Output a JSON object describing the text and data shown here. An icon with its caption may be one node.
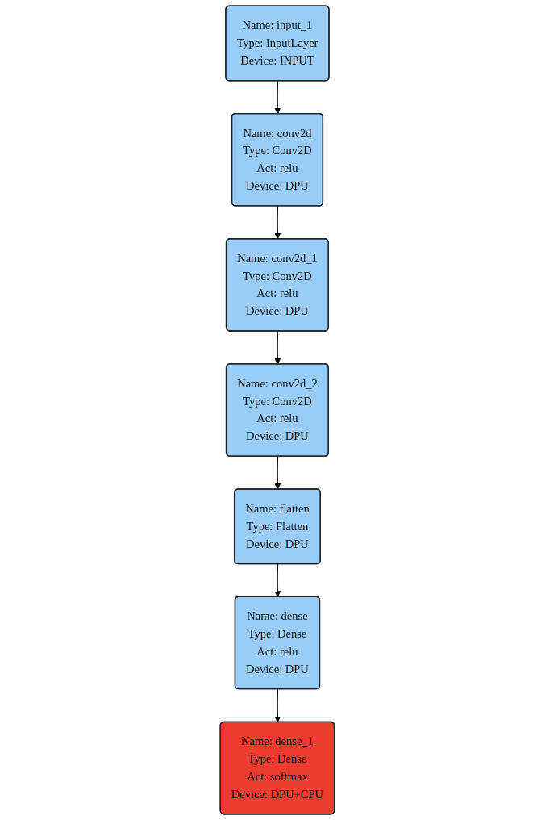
{
  "diagram": {
    "nodes": [
      {
        "text": [
          "Name: input_1",
          "Type: InputLayer",
          "Device: INPUT"
        ]
      },
      {
        "text": [
          "Name: conv2d",
          "Type: Conv2D",
          "Act: relu",
          "Device: DPU"
        ]
      },
      {
        "text": [
          "Name: conv2d_1",
          "Type: Conv2D",
          "Act: relu",
          "Device: DPU"
        ]
      },
      {
        "text": [
          "Name: conv2d_2",
          "Type: Conv2D",
          "Act: relu",
          "Device: DPU"
        ]
      },
      {
        "text": [
          "Name: flatten",
          "Type: Flatten",
          "Device: DPU"
        ]
      },
      {
        "text": [
          "Name: dense",
          "Type: Dense",
          "Act: relu",
          "Device: DPU"
        ]
      },
      {
        "text": [
          "Name: dense_1",
          "Type: Dense",
          "Act: softmax",
          "Device: DPU+CPU"
        ]
      }
    ],
    "edges": [
      {
        "from": 0,
        "to": 1,
        "arrow": "to"
      },
      {
        "from": 1,
        "to": 2,
        "arrow": "to"
      },
      {
        "from": 2,
        "to": 3,
        "arrow": "to"
      },
      {
        "from": 3,
        "to": 4,
        "arrow": "to"
      },
      {
        "from": 4,
        "to": 5,
        "arrow": "to"
      },
      {
        "from": 5,
        "to": 6,
        "arrow": "to"
      }
    ]
  }
}
